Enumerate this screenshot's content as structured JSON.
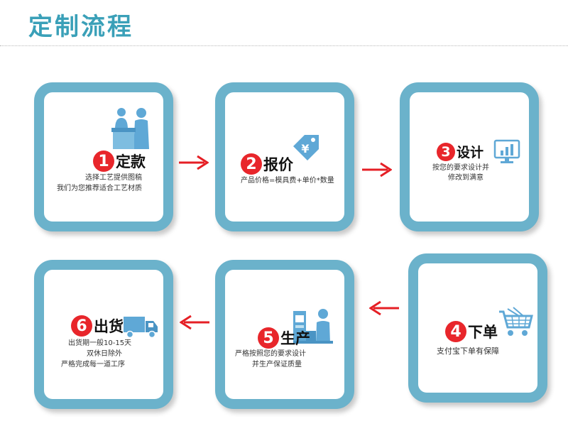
{
  "page": {
    "title": "定制流程"
  },
  "steps": [
    {
      "number": "1",
      "title": "定款",
      "desc": [
        "选择工艺提供图稿",
        "我们为您推荐适合工艺材质"
      ],
      "icon": "reception-desk-icon"
    },
    {
      "number": "2",
      "title": "报价",
      "desc": [
        "产品价格=模具费+单价*数量"
      ],
      "icon": "yen-price-tag-icon"
    },
    {
      "number": "3",
      "title": "设计",
      "desc": [
        "按您的要求设计并",
        "修改到满意"
      ],
      "icon": "monitor-chart-icon"
    },
    {
      "number": "4",
      "title": "下单",
      "desc": [
        "支付宝下单有保障"
      ],
      "icon": "shopping-cart-icon"
    },
    {
      "number": "5",
      "title": "生产",
      "desc": [
        "严格按照您的要求设计",
        "并生产保证质量"
      ],
      "icon": "factory-worker-icon"
    },
    {
      "number": "6",
      "title": "出货",
      "desc": [
        "出货期一般10-15天",
        "双休日除外",
        "严格完成每一道工序"
      ],
      "icon": "delivery-truck-icon"
    }
  ],
  "colors": {
    "accent": "#3aa0b8",
    "card_border": "#6bb2cb",
    "badge": "#e8262b",
    "arrow": "#e51f25",
    "icon": "#5fa8d6"
  }
}
